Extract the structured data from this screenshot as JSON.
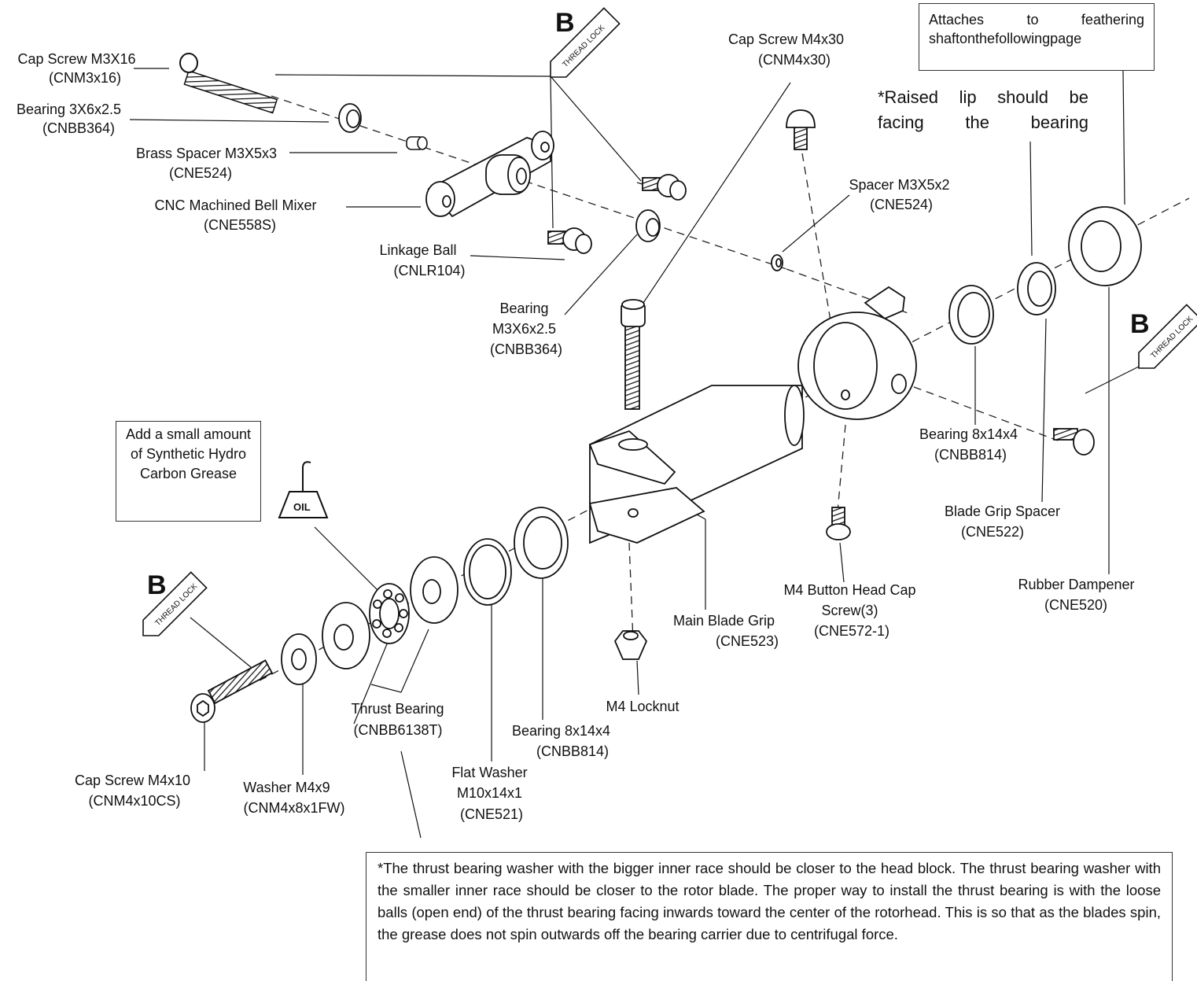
{
  "labels": {
    "cap_screw_m3": [
      "Cap Screw M3X16",
      "(CNM3x16)"
    ],
    "bearing_3x6": [
      "Bearing 3X6x2.5",
      "(CNBB364)"
    ],
    "brass_spacer": [
      "Brass Spacer M3X5x3",
      "(CNE524)"
    ],
    "bell_mixer": [
      "CNC Machined Bell Mixer",
      "(CNE558S)"
    ],
    "linkage_ball": [
      "Linkage Ball",
      "(CNLR104)"
    ],
    "bearing_m3": [
      "Bearing",
      "M3X6x2.5",
      "(CNBB364)"
    ],
    "cap_screw_m4x30": [
      "Cap Screw M4x30",
      "(CNM4x30)"
    ],
    "spacer_m3x5x2": [
      "Spacer M3X5x2",
      "(CNE524)"
    ],
    "bearing_8x14_right": [
      "Bearing 8x14x4",
      "(CNBB814)"
    ],
    "blade_grip_spacer": [
      "Blade Grip Spacer",
      "(CNE522)"
    ],
    "rubber_dampener": [
      "Rubber Dampener",
      "(CNE520)"
    ],
    "m4_button_head": [
      "M4 Button Head Cap",
      "Screw(3)",
      "(CNE572-1)"
    ],
    "main_blade_grip": [
      "Main Blade Grip",
      "(CNE523)"
    ],
    "m4_locknut": [
      "M4 Locknut"
    ],
    "bearing_8x14_left": [
      "Bearing 8x14x4",
      "(CNBB814)"
    ],
    "thrust_bearing": [
      "Thrust Bearing",
      "(CNBB6138T)"
    ],
    "flat_washer": [
      "Flat Washer",
      "M10x14x1",
      "(CNE521)"
    ],
    "washer_m4x9": [
      "Washer M4x9",
      "(CNM4x8x1FW)"
    ],
    "cap_screw_m4x10": [
      "Cap Screw M4x10",
      "(CNM4x10CS)"
    ]
  },
  "thread_lock": {
    "letter": "B",
    "tag_text": "THREAD LOCK"
  },
  "oil_can_text": "OIL",
  "notes": {
    "feathering": "Attaches to feathering shaftonthefollowingpage",
    "raised_lip": "*Raised lip should be facing the bearing",
    "grease": "Add a small amount of Synthetic Hydro Carbon Grease",
    "thrust": "*The thrust bearing washer with the bigger inner race should be closer to the head block. The thrust bearing washer with the smaller inner race should be closer to the rotor blade. The proper way to install the thrust bearing is with the loose balls (open end) of the thrust bearing facing inwards toward the center of the rotorhead. This is so that as the blades spin, the grease does not spin outwards off the bearing carrier due to centrifugal force."
  }
}
